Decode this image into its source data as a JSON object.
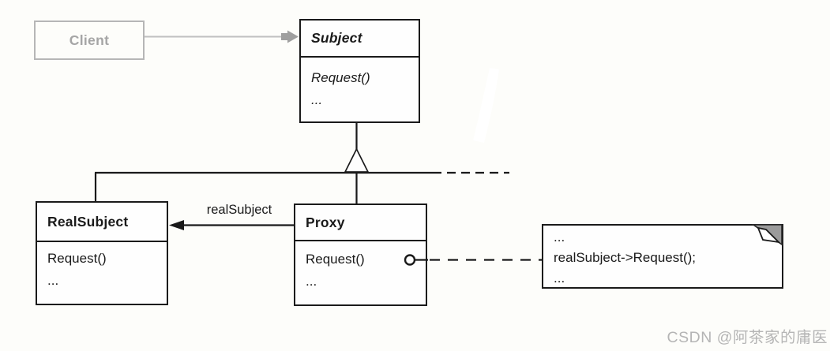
{
  "classes": {
    "client": {
      "title": "Client"
    },
    "subject": {
      "title": "Subject",
      "methods": [
        "Request()",
        "..."
      ]
    },
    "real_subject": {
      "title": "RealSubject",
      "methods": [
        "Request()",
        "..."
      ]
    },
    "proxy": {
      "title": "Proxy",
      "methods": [
        "Request()",
        "..."
      ]
    }
  },
  "labels": {
    "association": "realSubject"
  },
  "note": {
    "lines": [
      "...",
      "realSubject->Request();",
      "..."
    ]
  },
  "watermark": {
    "text": "CSDN @阿茶家的庸医"
  },
  "icons": {
    "inheritance": "hollow-triangle-icon",
    "navigability": "filled-arrowhead-icon",
    "note_anchor": "circle-connector-icon",
    "note_corner": "dog-ear-fold-icon"
  },
  "colors": {
    "line": "#1a1a1a",
    "muted_gray_line": "#c0c0c0",
    "muted_gray_fill": "#9f9f9f",
    "note_fold": "#9b9b9b",
    "watermark": "#b5b5b5",
    "background": "#fdfdfa"
  }
}
